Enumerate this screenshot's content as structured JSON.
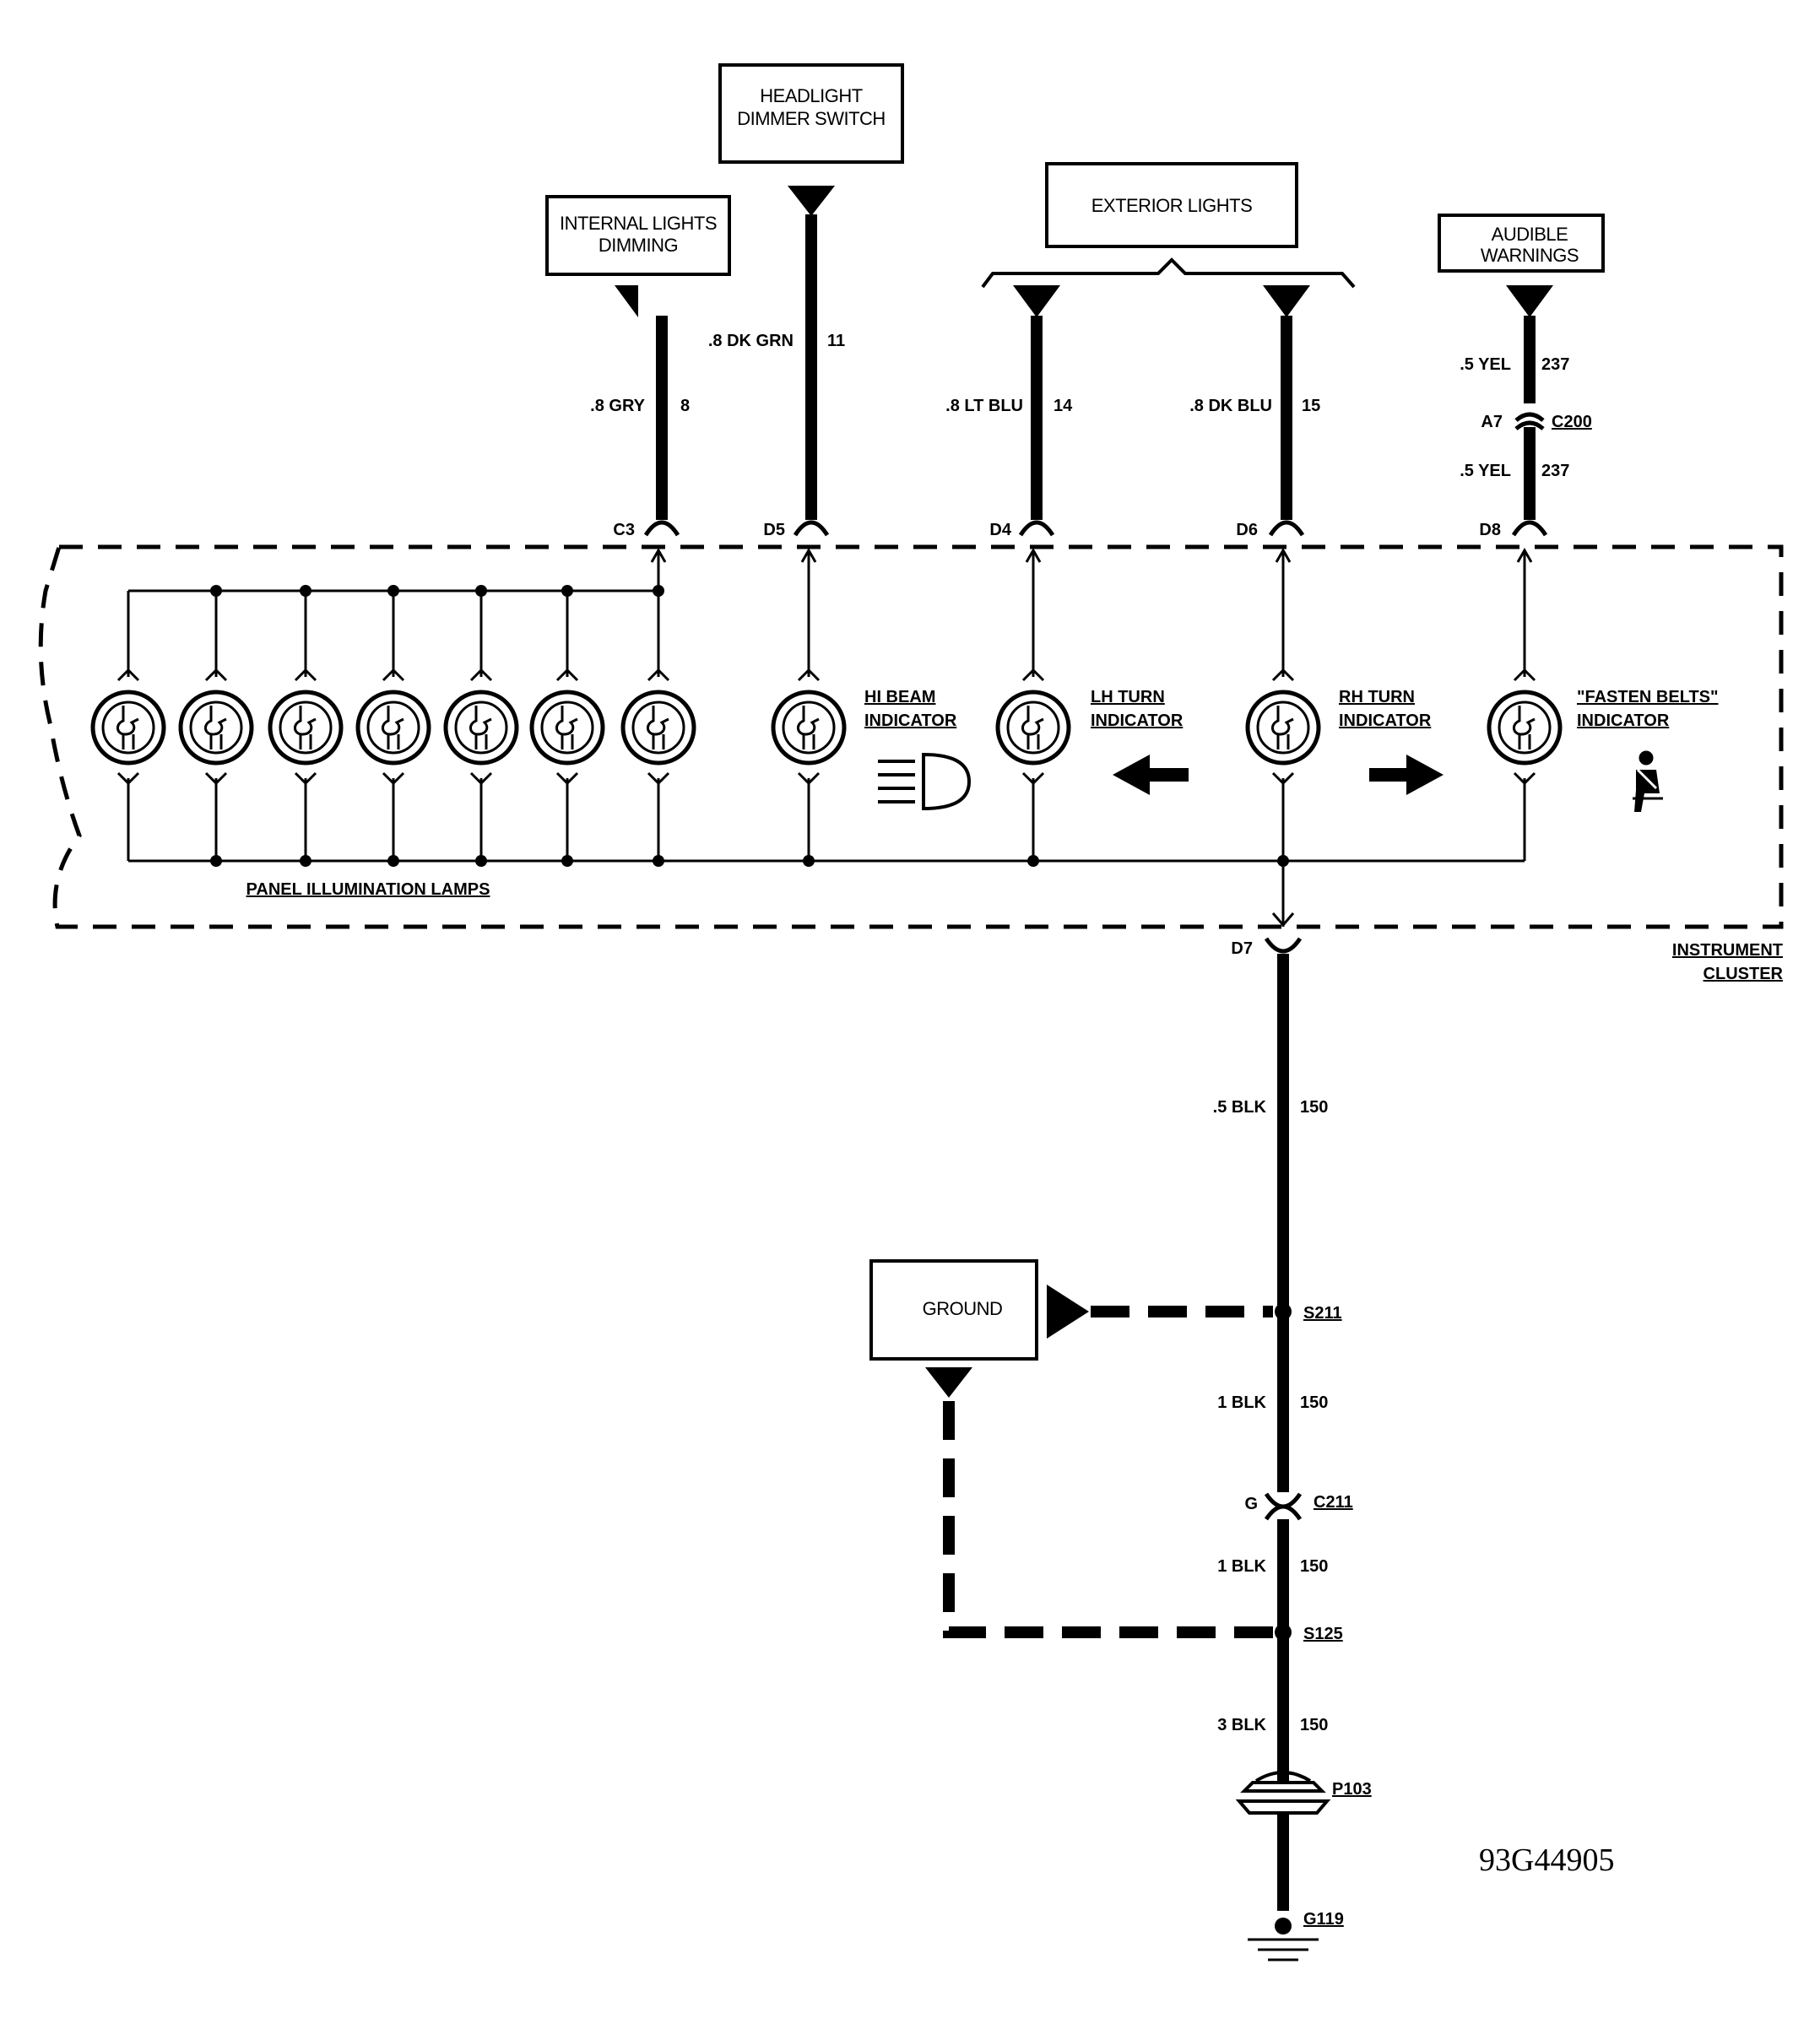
{
  "boxes": {
    "internal_dimming": [
      "INTERNAL LIGHTS",
      "DIMMING"
    ],
    "headlight_dimmer": [
      "HEADLIGHT",
      "DIMMER SWITCH"
    ],
    "exterior_lights": [
      "EXTERIOR LIGHTS"
    ],
    "audible_warnings": [
      "AUDIBLE",
      "WARNINGS"
    ],
    "ground": [
      "GROUND"
    ]
  },
  "wires": {
    "c3": {
      "color": ".8 GRY",
      "circuit": "8"
    },
    "d5": {
      "color": ".8 DK GRN",
      "circuit": "11"
    },
    "d4": {
      "color": ".8 LT BLU",
      "circuit": "14"
    },
    "d6": {
      "color": ".8 DK BLU",
      "circuit": "15"
    },
    "d8_upper": {
      "color": ".5 YEL",
      "circuit": "237"
    },
    "d8_lower": {
      "color": ".5 YEL",
      "circuit": "237"
    },
    "ground_1": {
      "color": ".5 BLK",
      "circuit": "150"
    },
    "ground_2": {
      "color": "1 BLK",
      "circuit": "150"
    },
    "ground_3": {
      "color": "1 BLK",
      "circuit": "150"
    },
    "ground_4": {
      "color": "3 BLK",
      "circuit": "150"
    }
  },
  "pins": {
    "c3": "C3",
    "d5": "D5",
    "d4": "D4",
    "d6": "D6",
    "d8": "D8",
    "d7": "D7",
    "a7": "A7",
    "c200": "C200",
    "g": "G",
    "c211": "C211"
  },
  "splices": {
    "s211": "S211",
    "s125": "S125"
  },
  "pass_through": "P103",
  "ground_point": "G119",
  "indicators": {
    "hi_beam": [
      "HI BEAM",
      "INDICATOR"
    ],
    "lh_turn": [
      "LH TURN",
      "INDICATOR"
    ],
    "rh_turn": [
      "RH TURN",
      "INDICATOR"
    ],
    "fasten_belts": [
      "\"FASTEN BELTS\"",
      "INDICATOR"
    ]
  },
  "panel_lamps_label": "PANEL ILLUMINATION LAMPS",
  "cluster_label": [
    "INSTRUMENT",
    "CLUSTER"
  ],
  "figure_id": "93G44905"
}
